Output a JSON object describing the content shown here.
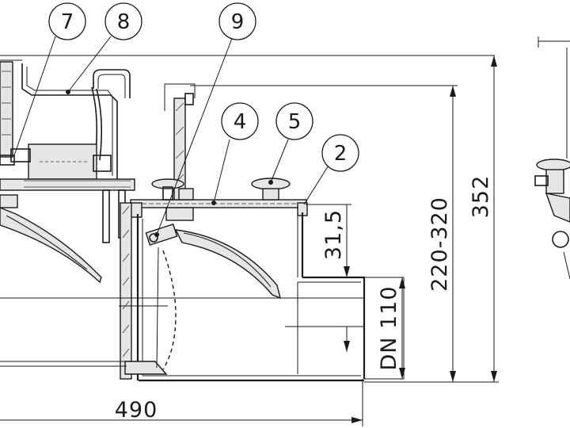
{
  "callouts": [
    {
      "label": "7"
    },
    {
      "label": "8"
    },
    {
      "label": "9"
    },
    {
      "label": "4"
    },
    {
      "label": "5"
    },
    {
      "label": "2"
    }
  ],
  "dimensions": {
    "total_height": "352",
    "height_range": "220-320",
    "lid_offset": "31,5",
    "pipe_diameter": "DN 110",
    "length": "490"
  },
  "colors": {
    "line": "#1a1a1a",
    "fill": "#e6e6e6",
    "background": "#ffffff"
  }
}
